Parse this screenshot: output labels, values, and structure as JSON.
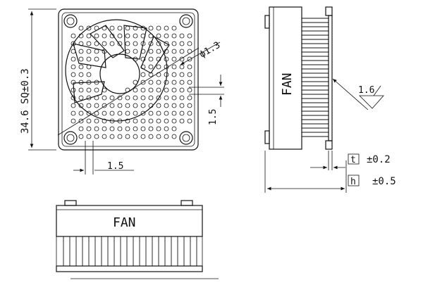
{
  "labels": {
    "size": "34.6 SQ±0.3",
    "hole_dia": "ϕ1.3",
    "pitch_v": "1.5",
    "pitch_h": "1.5",
    "fin_thk": "1.6",
    "fan_side": "FAN",
    "fan_bottom": "FAN",
    "tol_t_box": "t",
    "tol_t": "±0.2",
    "tol_h_box": "h",
    "tol_h": "±0.5"
  },
  "colors": {
    "line": "#111111",
    "background": "#ffffff"
  }
}
